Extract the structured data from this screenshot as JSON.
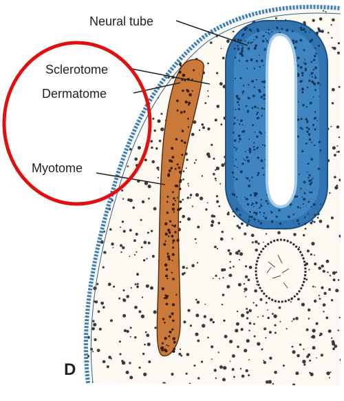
{
  "figure": {
    "panel_letter": "D",
    "labels": {
      "neural_tube": "Neural tube",
      "sclerotome": "Sclerotome",
      "dermatome": "Dermatome",
      "myotome": "Myotome"
    }
  },
  "colors": {
    "background": "#ffffff",
    "tissue_fill": "#fbf9f2",
    "dot": "#3a3a3a",
    "ectoderm_blue": "#3f7fb8",
    "neural_tube_blue": "#2f74b0",
    "neural_tube_light": "#a8cbe6",
    "dermomyotome_orange": "#c97a3a",
    "highlight_circle": "#e01010",
    "label_text": "#222222"
  },
  "annotation": {
    "highlight": "red circle around Sclerotome, Dermatome and Myotome labels"
  }
}
